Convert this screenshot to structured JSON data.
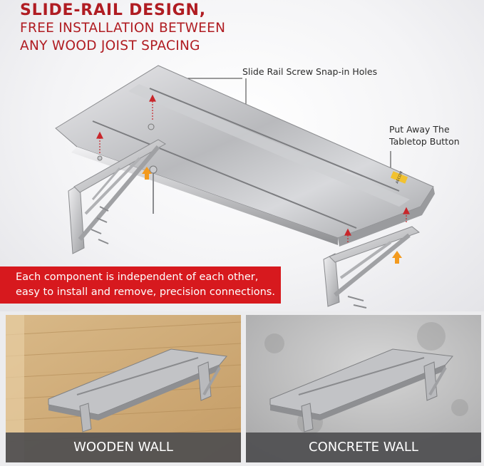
{
  "headline": {
    "line1": "SLIDE-RAIL DESIGN,",
    "line2": "FREE INSTALLATION BETWEEN",
    "line3": "ANY WOOD JOIST SPACING"
  },
  "callouts": {
    "snap_holes": "Slide Rail Screw Snap-in Holes",
    "button_line1": "Put Away The",
    "button_line2": "Tabletop Button"
  },
  "banner": {
    "line1": "Each component is independent of each other,",
    "line2": "easy to install and remove, precision connections."
  },
  "brand_label": "AECOM",
  "panels": {
    "wooden": "WOODEN WALL",
    "concrete": "CONCRETE WALL"
  },
  "colors": {
    "headline_red": "#b01c22",
    "banner_red": "#d7191e",
    "arrow_orange": "#f39a1e",
    "label_bar": "#4e4e50"
  }
}
